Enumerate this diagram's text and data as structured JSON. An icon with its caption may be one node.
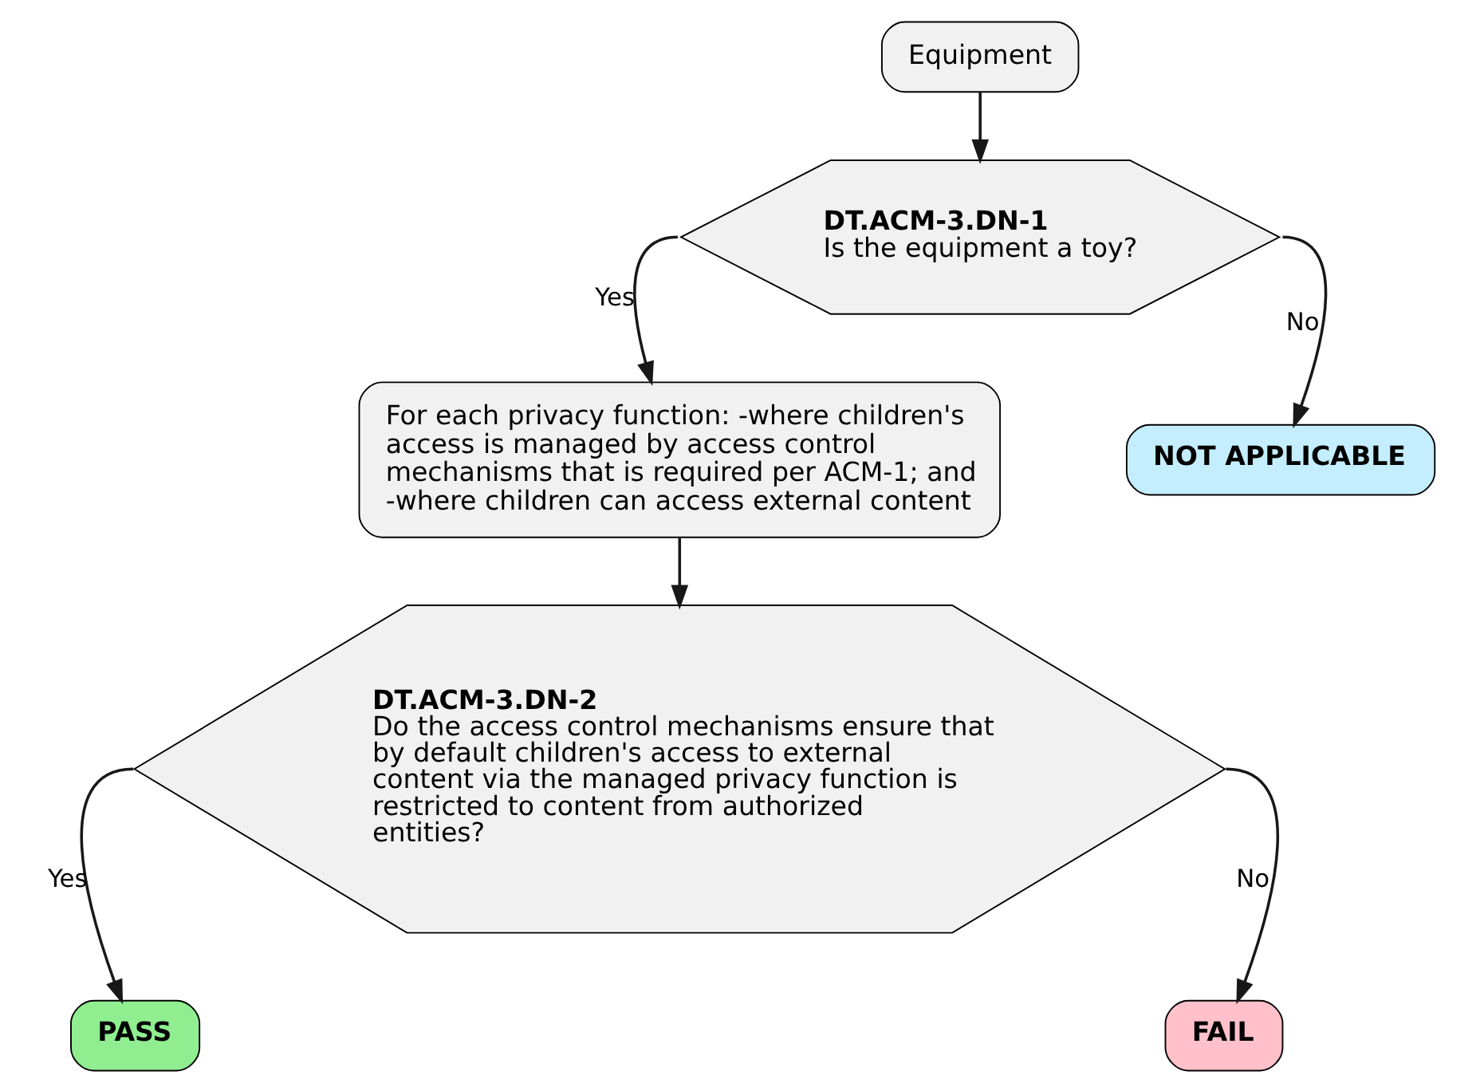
{
  "diagram": {
    "nodes": [
      {
        "text": [
          "Equipment"
        ]
      },
      {
        "text": [
          "DT.ACM-3.DN-1",
          "Is the equipment a toy?"
        ]
      },
      {
        "text": [
          "For each privacy function: -where children's access is managed by access control mechanisms that is required per ACM-1; and -where children can access external content"
        ]
      },
      {
        "text": [
          "NOT APPLICABLE"
        ]
      },
      {
        "text": [
          "DT.ACM-3.DN-2",
          "Do the access control mechanisms ensure that by default children's access to external content via the managed privacy function is restricted to content from authorized entities?"
        ]
      },
      {
        "text": [
          "PASS"
        ]
      },
      {
        "text": [
          "FAIL"
        ]
      }
    ],
    "edges": [
      {
        "from": 0,
        "to": 1,
        "arrow": "to"
      },
      {
        "from": 1,
        "to": 2,
        "label": "Yes",
        "arrow": "to"
      },
      {
        "from": 1,
        "to": 3,
        "label": "No",
        "arrow": "to"
      },
      {
        "from": 2,
        "to": 4,
        "arrow": "to"
      },
      {
        "from": 4,
        "to": 5,
        "label": "Yes",
        "arrow": "to"
      },
      {
        "from": 4,
        "to": 6,
        "label": "No",
        "arrow": "to"
      }
    ]
  }
}
